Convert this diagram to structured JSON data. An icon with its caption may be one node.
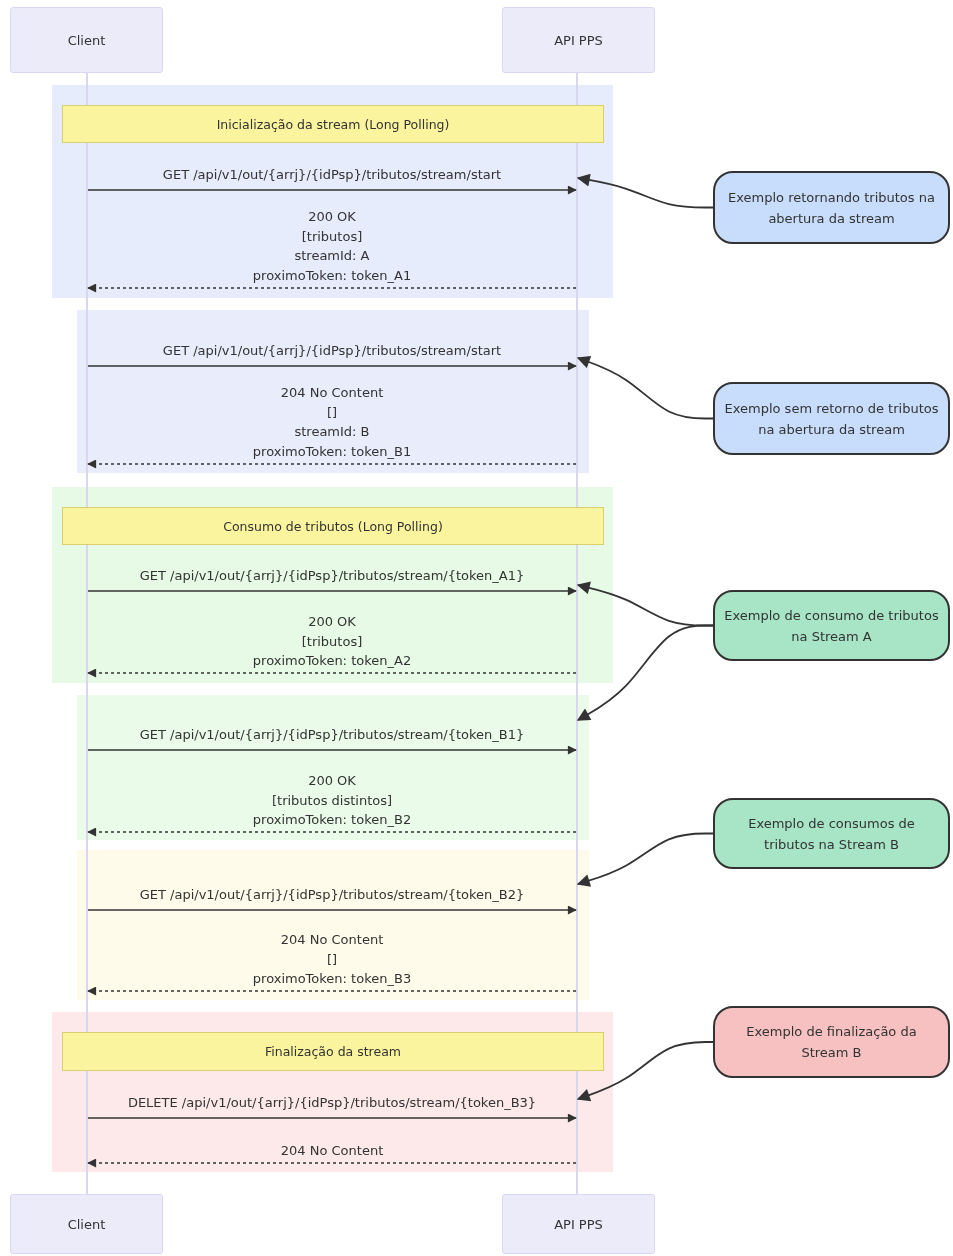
{
  "diagram": {
    "nodes": [
      {
        "text": [
          "Client"
        ]
      },
      {
        "text": [
          "API PPS"
        ]
      },
      {
        "text": [],
        "shape": "bar"
      },
      {
        "text": [],
        "shape": "bar"
      },
      {
        "text": [
          "Inicialização da stream (Long Polling)"
        ]
      },
      {
        "text": [
          "Consumo de tributos (Long Polling)"
        ]
      },
      {
        "text": [
          "Finalização da stream"
        ]
      },
      {
        "text": [
          "Exemplo retornando tributos na abertura da stream"
        ]
      },
      {
        "text": [
          "Exemplo sem retorno de tributos na abertura da stream"
        ]
      },
      {
        "text": [
          "Exemplo de consumo de tributos na Stream A"
        ]
      },
      {
        "text": [
          "Exemplo de consumos de tributos na Stream B"
        ]
      },
      {
        "text": [
          "Exemplo de finalização da Stream B"
        ]
      },
      {
        "text": [
          "Client"
        ]
      },
      {
        "text": [
          "API PPS"
        ]
      }
    ],
    "edges": [
      {
        "from": 2,
        "to": 3,
        "arrow": "to",
        "label": "GET /api/v1/out/{arrj}/{idPsp}/tributos/stream/start"
      },
      {
        "from": 3,
        "to": 2,
        "arrow": "to",
        "style": "dashed",
        "label": "200 OK [tributos] streamId: A proximoToken: token_A1"
      },
      {
        "from": 2,
        "to": 3,
        "arrow": "to",
        "label": "GET /api/v1/out/{arrj}/{idPsp}/tributos/stream/start"
      },
      {
        "from": 3,
        "to": 2,
        "arrow": "to",
        "style": "dashed",
        "label": "204 No Content [] streamId: B proximoToken: token_B1"
      },
      {
        "from": 2,
        "to": 3,
        "arrow": "to",
        "label": "GET /api/v1/out/{arrj}/{idPsp}/tributos/stream/{token_A1}"
      },
      {
        "from": 3,
        "to": 2,
        "arrow": "to",
        "style": "dashed",
        "label": "200 OK [tributos] proximoToken: token_A2"
      },
      {
        "from": 2,
        "to": 3,
        "arrow": "to",
        "label": "GET /api/v1/out/{arrj}/{idPsp}/tributos/stream/{token_B1}"
      },
      {
        "from": 3,
        "to": 2,
        "arrow": "to",
        "style": "dashed",
        "label": "200 OK [tributos distintos] proximoToken: token_B2"
      },
      {
        "from": 2,
        "to": 3,
        "arrow": "to",
        "label": "GET /api/v1/out/{arrj}/{idPsp}/tributos/stream/{token_B2}"
      },
      {
        "from": 3,
        "to": 2,
        "arrow": "to",
        "style": "dashed",
        "label": "204 No Content [] proximoToken: token_B3"
      },
      {
        "from": 2,
        "to": 3,
        "arrow": "to",
        "label": "DELETE /api/v1/out/{arrj}/{idPsp}/tributos/stream/{token_B3}"
      },
      {
        "from": 3,
        "to": 2,
        "arrow": "to",
        "style": "dashed",
        "label": "204 No Content"
      },
      {
        "from": 7,
        "to": 3,
        "arrow": "to"
      },
      {
        "from": 8,
        "to": 3,
        "arrow": "to"
      },
      {
        "from": 9,
        "to": 3,
        "arrow": "to"
      },
      {
        "from": 9,
        "to": 3,
        "arrow": "to"
      },
      {
        "from": 10,
        "to": 3,
        "arrow": "to"
      },
      {
        "from": 11,
        "to": 3,
        "arrow": "to"
      }
    ]
  }
}
